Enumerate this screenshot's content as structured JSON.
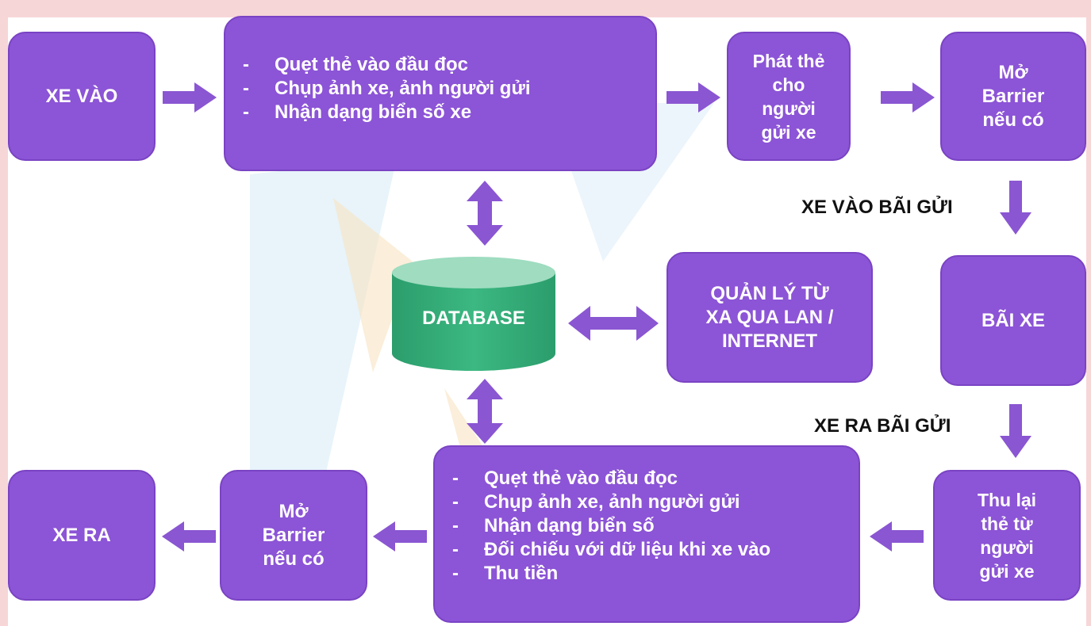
{
  "nodes": {
    "xe_vao": "XE VÀO",
    "entry_steps": [
      "Quẹt thẻ vào đầu đọc",
      "Chụp ảnh xe, ảnh người gửi",
      "Nhận dạng biển số xe"
    ],
    "issue_card": [
      "Phát thẻ",
      "cho",
      "người",
      "gửi xe"
    ],
    "open_barrier_entry": [
      "Mở",
      "Barrier",
      "nếu có"
    ],
    "database": "DATABASE",
    "remote_management": [
      "QUẢN LÝ TỪ",
      "XA QUA LAN /",
      "INTERNET"
    ],
    "parking_lot": "BÃI XE",
    "collect_card": [
      "Thu lại",
      "thẻ từ",
      "người",
      "gửi xe"
    ],
    "exit_steps": [
      "Quẹt thẻ vào đầu đọc",
      "Chụp ảnh xe, ảnh người gửi",
      "Nhận dạng biển số",
      "Đối chiếu với dữ liệu khi xe vào",
      "Thu tiền"
    ],
    "open_barrier_exit": [
      "Mở",
      "Barrier",
      "nếu có"
    ],
    "xe_ra": "XE RA"
  },
  "edge_labels": {
    "enter_lot": "XE VÀO BÃI GỬI",
    "exit_lot": "XE RA BÃI GỬI"
  },
  "colors": {
    "box": "#8c54d6",
    "arrow": "#8a56d2",
    "database": "#2fa874",
    "background": "#f7d6d8"
  }
}
